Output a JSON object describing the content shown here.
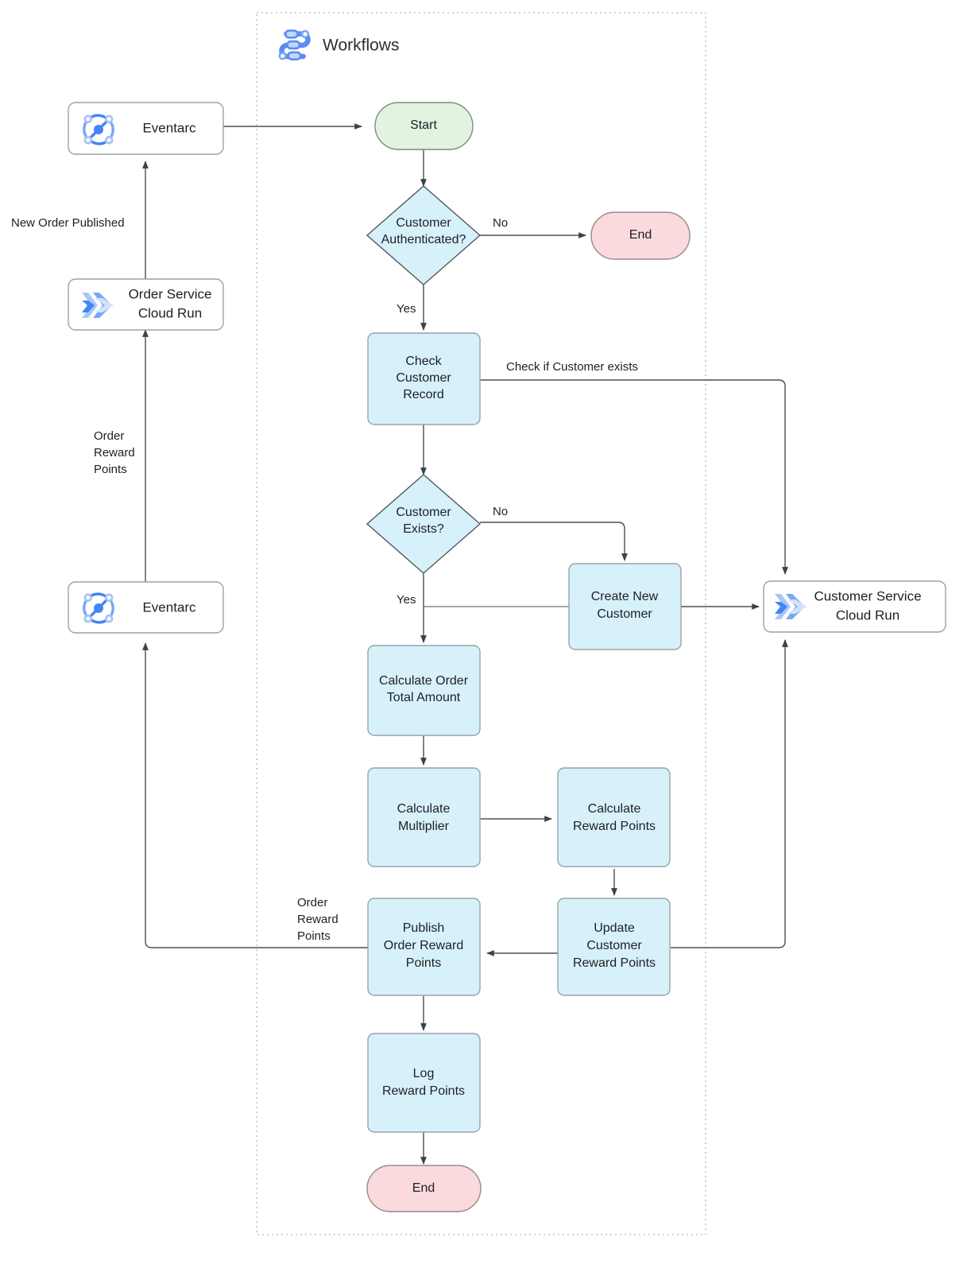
{
  "group": {
    "title": "Workflows",
    "icon": "workflows-icon"
  },
  "nodes": {
    "eventarc_top": {
      "label": "Eventarc",
      "icon": "eventarc-icon",
      "type": "service"
    },
    "order_service": {
      "label_line1": "Order Service",
      "label_line2": "Cloud Run",
      "icon": "cloud-run-icon",
      "type": "service"
    },
    "eventarc_bottom": {
      "label": "Eventarc",
      "icon": "eventarc-icon",
      "type": "service"
    },
    "customer_service": {
      "label_line1": "Customer Service",
      "label_line2": "Cloud Run",
      "icon": "cloud-run-icon",
      "type": "service"
    },
    "start": {
      "label": "Start",
      "type": "terminator"
    },
    "end_top": {
      "label": "End",
      "type": "terminator"
    },
    "end_bottom": {
      "label": "End",
      "type": "terminator"
    },
    "customer_authenticated": {
      "label_line1": "Customer",
      "label_line2": "Authenticated?",
      "type": "decision"
    },
    "check_customer_record": {
      "label_line1": "Check",
      "label_line2": "Customer",
      "label_line3": "Record",
      "type": "process"
    },
    "customer_exists": {
      "label_line1": "Customer",
      "label_line2": "Exists?",
      "type": "decision"
    },
    "create_new_customer": {
      "label_line1": "Create New",
      "label_line2": "Customer",
      "type": "process"
    },
    "calculate_order_total": {
      "label_line1": "Calculate Order",
      "label_line2": "Total Amount",
      "type": "process"
    },
    "calculate_multiplier": {
      "label_line1": "Calculate",
      "label_line2": "Multiplier",
      "type": "process"
    },
    "calculate_reward_points": {
      "label_line1": "Calculate",
      "label_line2": "Reward Points",
      "type": "process"
    },
    "update_customer_reward_points": {
      "label_line1": "Update",
      "label_line2": "Customer",
      "label_line3": "Reward Points",
      "type": "process"
    },
    "publish_order_reward_points": {
      "label_line1": "Publish",
      "label_line2": "Order Reward",
      "label_line3": "Points",
      "type": "process"
    },
    "log_reward_points": {
      "label_line1": "Log",
      "label_line2": "Reward Points",
      "type": "process"
    }
  },
  "edge_labels": {
    "new_order_published": "New Order Published",
    "order_reward_points_left_line1": "Order",
    "order_reward_points_left_line2": "Reward",
    "order_reward_points_left_line3": "Points",
    "auth_no": "No",
    "auth_yes": "Yes",
    "check_if_customer_exists": "Check if Customer exists",
    "exists_no": "No",
    "exists_yes": "Yes",
    "order_reward_points_mid_line1": "Order",
    "order_reward_points_mid_line2": "Reward",
    "order_reward_points_mid_line3": "Points"
  },
  "colors": {
    "process_fill": "#d7f1fb",
    "start_fill": "#e2f4e0",
    "end_fill": "#fadadd",
    "service_fill": "#ffffff",
    "edge_stroke": "#4a5056",
    "group_border": "#b9b9b9",
    "icon_blue": "#4285f4",
    "icon_blue_light": "#a5c2f7",
    "text": "#1c2023"
  }
}
